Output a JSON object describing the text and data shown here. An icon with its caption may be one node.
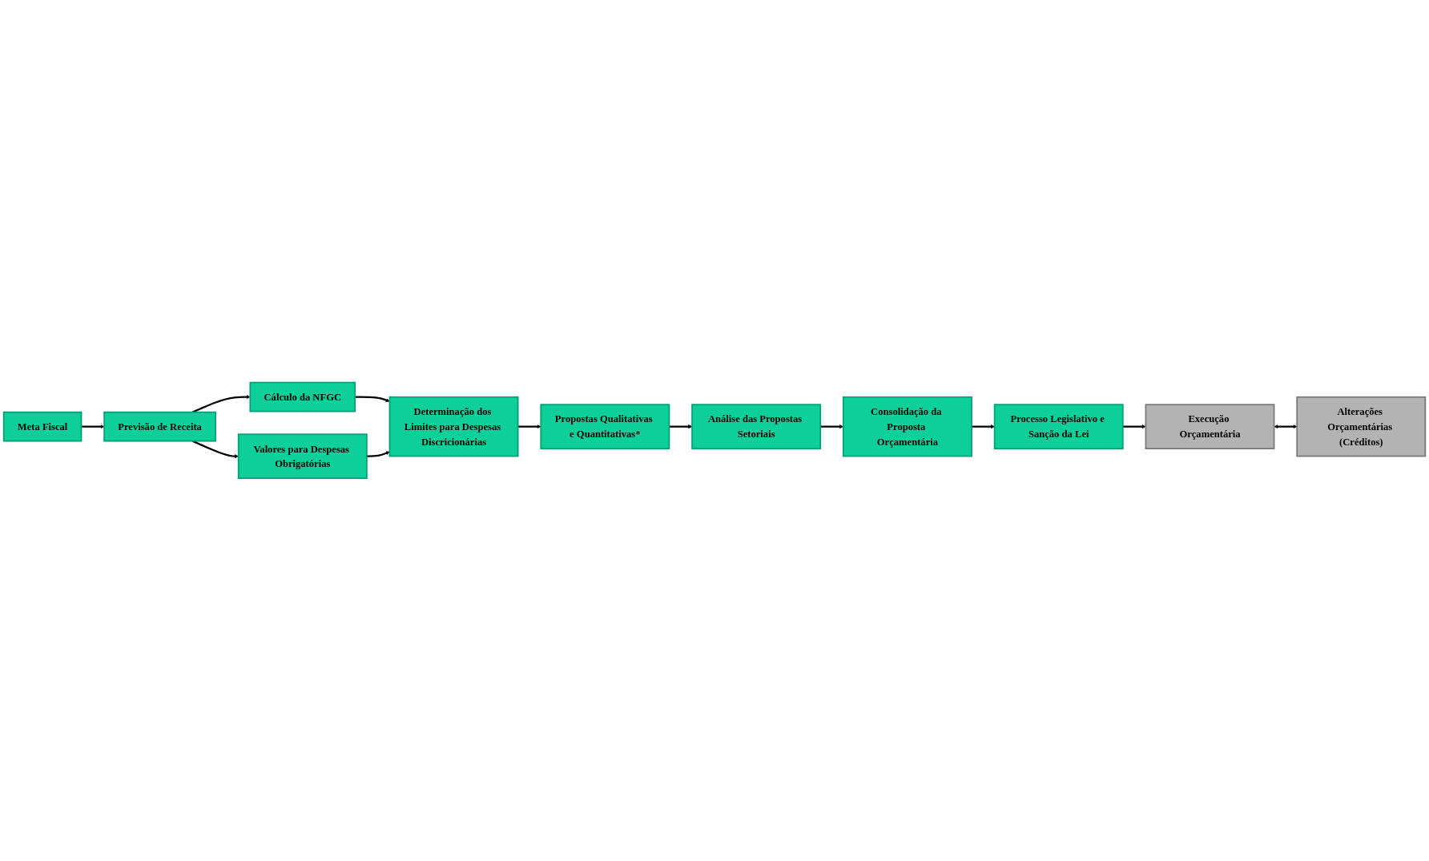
{
  "diagram": {
    "nodes": [
      {
        "text": [
          "Meta Fiscal"
        ]
      },
      {
        "text": [
          "Previsão de Receita"
        ]
      },
      {
        "text": [
          "Cálculo da NFGC"
        ]
      },
      {
        "text": [
          "Determinação dos Limites para Despesas Discricionárias"
        ]
      },
      {
        "text": [
          "Valores para Despesas Obrigatórias"
        ]
      },
      {
        "text": [
          "Propostas Qualitativas e Quantitativas*"
        ]
      },
      {
        "text": [
          "Análise das Propostas Setoriais"
        ]
      },
      {
        "text": [
          "Consolidação da Proposta Orçamentária"
        ]
      },
      {
        "text": [
          "Processo Legislativo e Sanção da Lei"
        ]
      },
      {
        "text": [
          "Execução Orçamentária"
        ]
      },
      {
        "text": [
          "Alterações Orçamentárias (Créditos)"
        ]
      }
    ],
    "edges": [
      {
        "from": 0,
        "to": 1,
        "arrow": "to"
      },
      {
        "from": 1,
        "to": 2,
        "arrow": "to"
      },
      {
        "from": 1,
        "to": 4,
        "arrow": "to"
      },
      {
        "from": 2,
        "to": 3,
        "arrow": "to"
      },
      {
        "from": 4,
        "to": 3,
        "arrow": "to"
      },
      {
        "from": 3,
        "to": 5,
        "arrow": "to"
      },
      {
        "from": 5,
        "to": 6,
        "arrow": "to"
      },
      {
        "from": 6,
        "to": 7,
        "arrow": "to"
      },
      {
        "from": 7,
        "to": 8,
        "arrow": "to"
      },
      {
        "from": 8,
        "to": 9,
        "arrow": "to"
      },
      {
        "from": 9,
        "to": 10,
        "arrow": "both"
      }
    ]
  }
}
